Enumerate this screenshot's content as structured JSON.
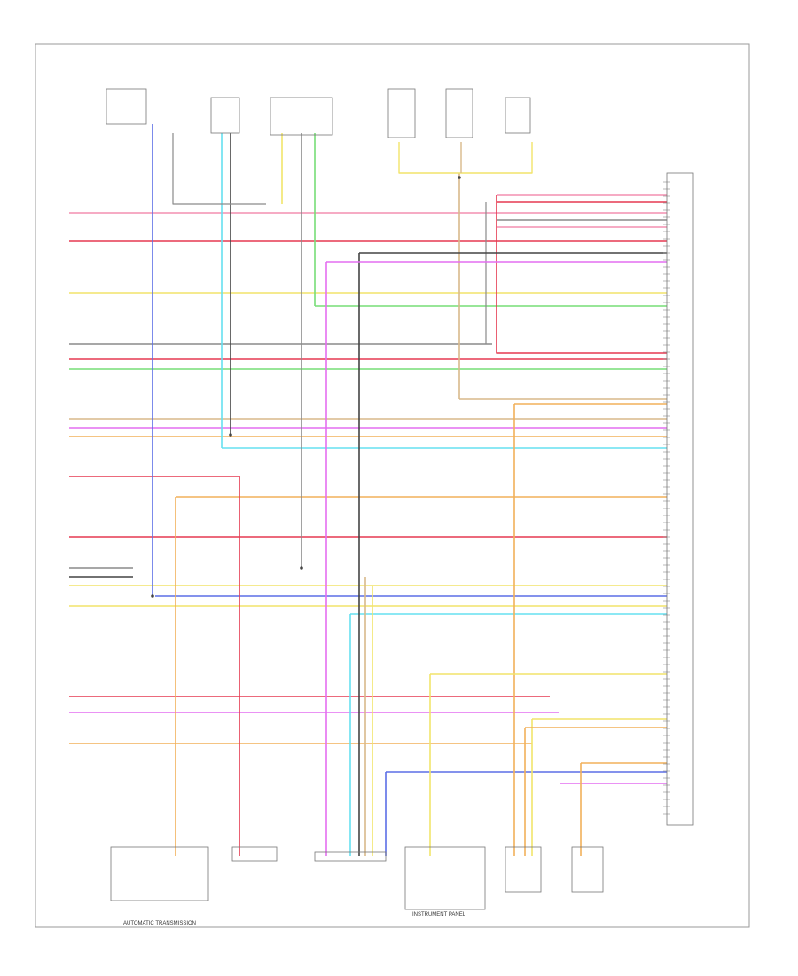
{
  "figure_id": "",
  "colors": {
    "pink": "#f48fb1",
    "red": "#e53950",
    "magenta": "#e46ef0",
    "blue": "#5b6ee6",
    "cyan": "#66e0f0",
    "green": "#77dd77",
    "yellow": "#f2e46a",
    "orange": "#f2b05a",
    "tan": "#d8b98a",
    "gray": "#8a8a8a",
    "dark": "#444444"
  },
  "top_components": [
    {
      "name": "top-comp-1",
      "label": ""
    },
    {
      "name": "top-comp-2",
      "label": ""
    },
    {
      "name": "top-comp-3",
      "label": ""
    },
    {
      "name": "top-comp-4",
      "label": ""
    },
    {
      "name": "top-comp-5",
      "label": ""
    },
    {
      "name": "top-comp-6",
      "label": ""
    }
  ],
  "bottom_components": [
    {
      "name": "bottom-comp-1",
      "label": "AUTOMATIC TRANSMISSION"
    },
    {
      "name": "bottom-comp-2",
      "label": ""
    },
    {
      "name": "bottom-comp-3",
      "label": ""
    },
    {
      "name": "bottom-comp-4",
      "label": "INSTRUMENT PANEL"
    },
    {
      "name": "bottom-comp-5",
      "label": ""
    },
    {
      "name": "bottom-comp-6",
      "label": ""
    }
  ],
  "module_label": ""
}
